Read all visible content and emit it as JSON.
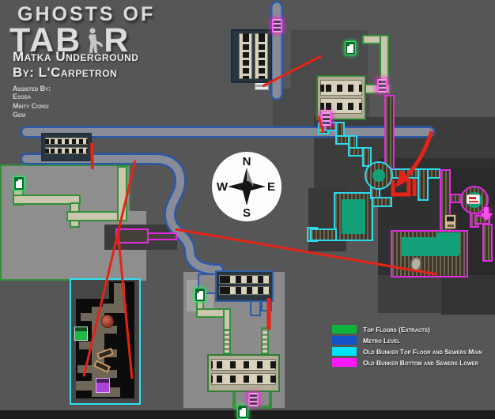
{
  "logo": {
    "top": "GHOSTS OF",
    "main_left": "TAB",
    "main_right": "R"
  },
  "title": {
    "map_name": "Matka Underground",
    "author": "By: L'Carpetron",
    "assisted_label": "Assisted By:",
    "assistants": [
      "Esoda",
      "Minty Corgi",
      "Gem"
    ]
  },
  "compass": {
    "north": "N",
    "east": "E",
    "south": "S",
    "west": "W"
  },
  "legend": {
    "items": [
      {
        "label": "Top Floors (Extracts)",
        "color": "#0db33c"
      },
      {
        "label": "Metro Level",
        "color": "#1452c8"
      },
      {
        "label": "Old Bunker Top Floor and Sewers Main",
        "color": "#00e0ff"
      },
      {
        "label": "Old Bunker Bottom and Sewers Lower",
        "color": "#ff18ff"
      }
    ]
  },
  "icons": {
    "extract": "green exit-door extract marker",
    "ladder": "magenta glowing ladder marker",
    "ladder_down": "magenta down-arrow ladder marker",
    "vending": "vending machine",
    "sign": "white sign with red arrow",
    "crate_green": "green loot crate",
    "crate_purple": "purple loot crate",
    "meat": "red meat/rock loot",
    "wood": "wood plank loot",
    "boulder": "grey boulder",
    "dot": "orange marker dot"
  },
  "colors": {
    "background": "#565656",
    "annotation_red": "#e52418",
    "metro_road_outline": "#2b58a8",
    "metro_road_fill": "#878c97",
    "extract_green": "#33913a",
    "sewers_cyan": "#2bd9ea",
    "sewers_magenta": "#e32ae3",
    "room_teal": "#12a078"
  }
}
